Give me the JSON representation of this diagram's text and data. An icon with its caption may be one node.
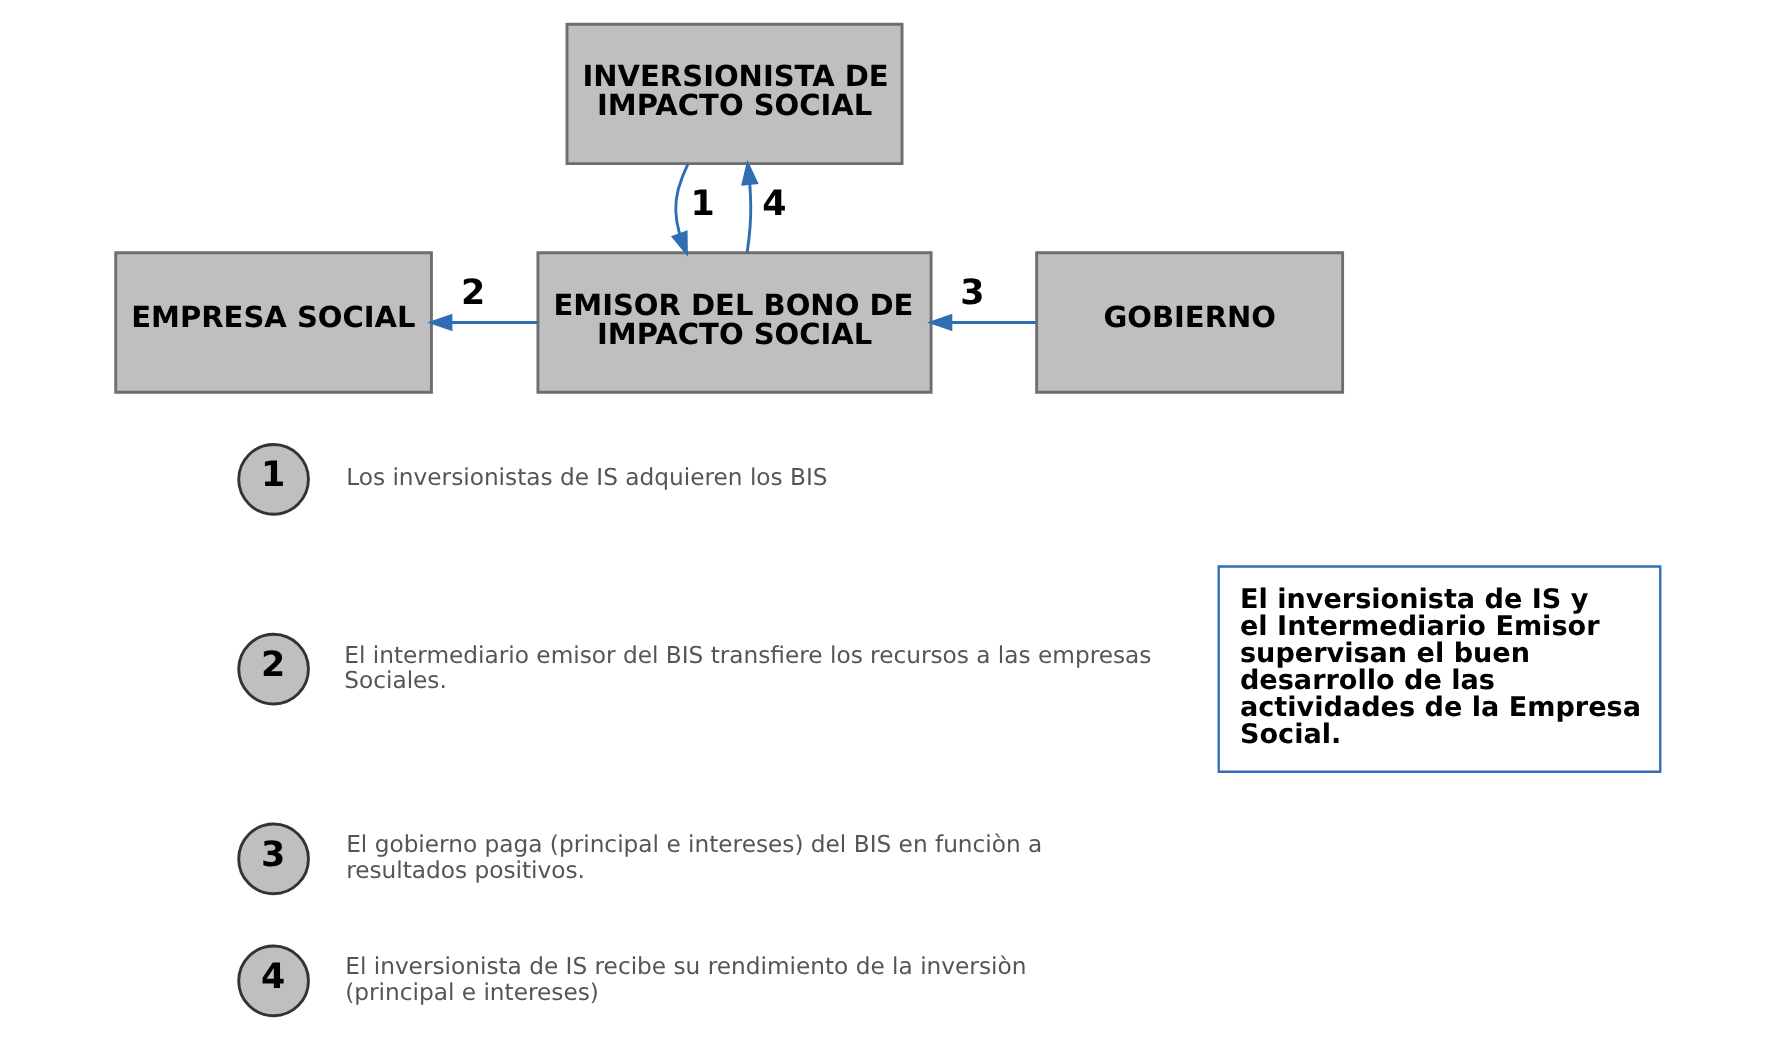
{
  "diagram": {
    "nodes": [
      {
        "text": [
          "INVERSIONISTA DE IMPACTO SOCIAL"
        ]
      },
      {
        "text": [
          "EMPRESA SOCIAL"
        ]
      },
      {
        "text": [
          "EMISOR DEL BONO DE IMPACTO SOCIAL"
        ]
      },
      {
        "text": [
          "GOBIERNO"
        ]
      },
      {
        "text": [
          "1"
        ],
        "beside": [
          "Los inversionistas de IS adquieren los BIS"
        ]
      },
      {
        "text": [
          "2"
        ],
        "beside": [
          "El intermediario emisor del BIS transfiere los recursos a las empresas Sociales."
        ]
      },
      {
        "text": [
          "3"
        ],
        "beside": [
          "El gobierno paga (principal e intereses) del BIS en funciòn a resultados positivos."
        ]
      },
      {
        "text": [
          "4"
        ],
        "beside": [
          "El inversionista de IS recibe su rendimiento de la inversiòn (principal e intereses)"
        ]
      },
      {
        "text": [
          "El inversionista de IS y el Intermediario Emisor supervisan el buen desarrollo de las actividades de la Empresa Social."
        ]
      }
    ],
    "edges": [
      {
        "from": 0,
        "to": 2,
        "arrow": "to",
        "label": "1"
      },
      {
        "from": 2,
        "to": 1,
        "arrow": "to",
        "label": "2"
      },
      {
        "from": 3,
        "to": 2,
        "arrow": "to",
        "label": "3"
      },
      {
        "from": 2,
        "to": 0,
        "arrow": "to",
        "label": "4"
      }
    ]
  }
}
